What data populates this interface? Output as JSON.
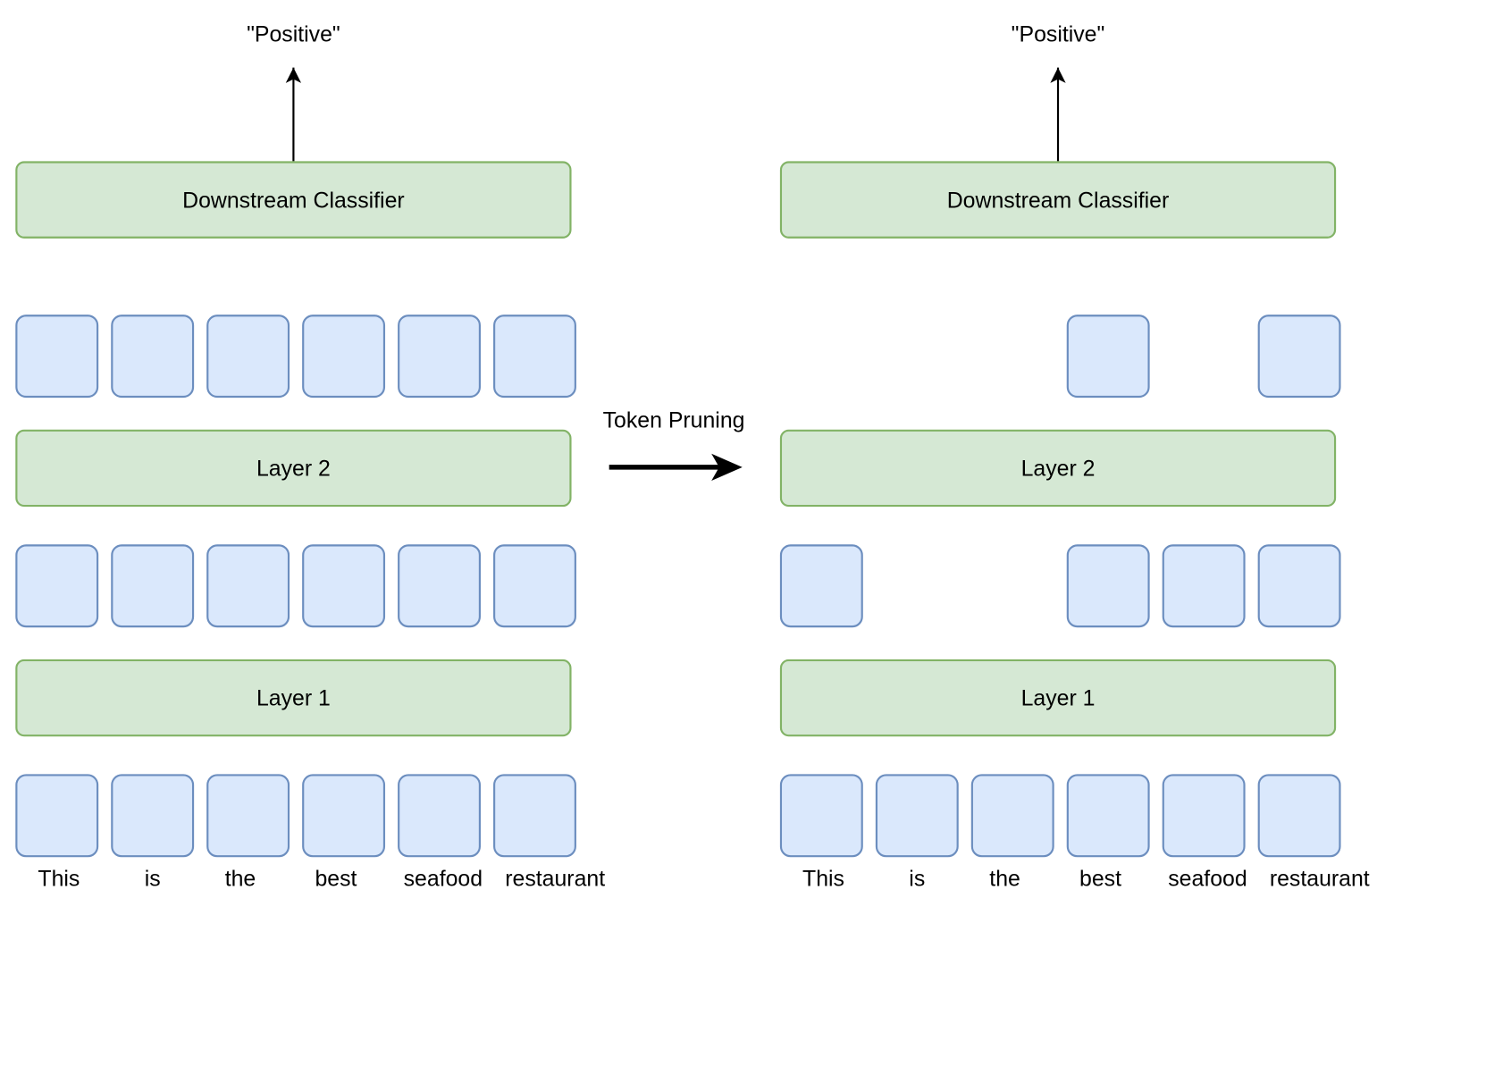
{
  "left_panel": {
    "output_label": "\"Positive\"",
    "classifier_label": "Downstream Classifier",
    "layer2_label": "Layer 2",
    "layer1_label": "Layer 1",
    "words": [
      "This",
      "is",
      "the",
      "best",
      "seafood",
      "restaurant"
    ]
  },
  "right_panel": {
    "output_label": "\"Positive\"",
    "classifier_label": "Downstream Classifier",
    "layer2_label": "Layer 2",
    "layer1_label": "Layer 1",
    "words": [
      "This",
      "is",
      "the",
      "best",
      "seafood",
      "restaurant"
    ],
    "tokens_after_layer1_kept": [
      true,
      false,
      false,
      true,
      true,
      true
    ],
    "tokens_after_layer2_kept": [
      false,
      false,
      false,
      true,
      false,
      true
    ]
  },
  "transition": {
    "label": "Token Pruning"
  },
  "colors": {
    "layer_fill": "#d5e8d4",
    "layer_stroke": "#82b366",
    "token_fill": "#dae8fc",
    "token_stroke": "#6c8ebf"
  }
}
